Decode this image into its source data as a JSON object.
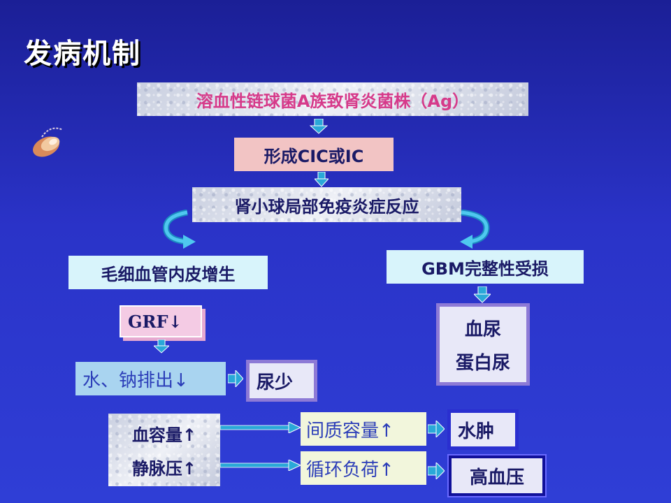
{
  "title": "发病机制",
  "nodes": {
    "strain": "溶血性链球菌A族致肾炎菌株（Ag）",
    "cic": "形成CIC或IC",
    "inflammation": "肾小球局部免疫炎症反应",
    "proliferation": "毛细血管内皮增生",
    "gbm": "GBM完整性受损",
    "grf": "GRF↓",
    "hematuria": "血尿",
    "proteinuria": "蛋白尿",
    "water_sodium": "水、钠排出↓",
    "oliguria": "尿少",
    "blood_volume": "血容量↑",
    "venous_pressure": "静脉压↑",
    "interstitial": "间质容量↑",
    "circulation": "循环负荷↑",
    "edema": "水肿",
    "hypertension": "高血压"
  },
  "colors": {
    "background": "#2a33c8",
    "pink_box_text": "#d63a8a",
    "dark_text": "#1a1a66",
    "arrow": "#2aa8d8"
  }
}
